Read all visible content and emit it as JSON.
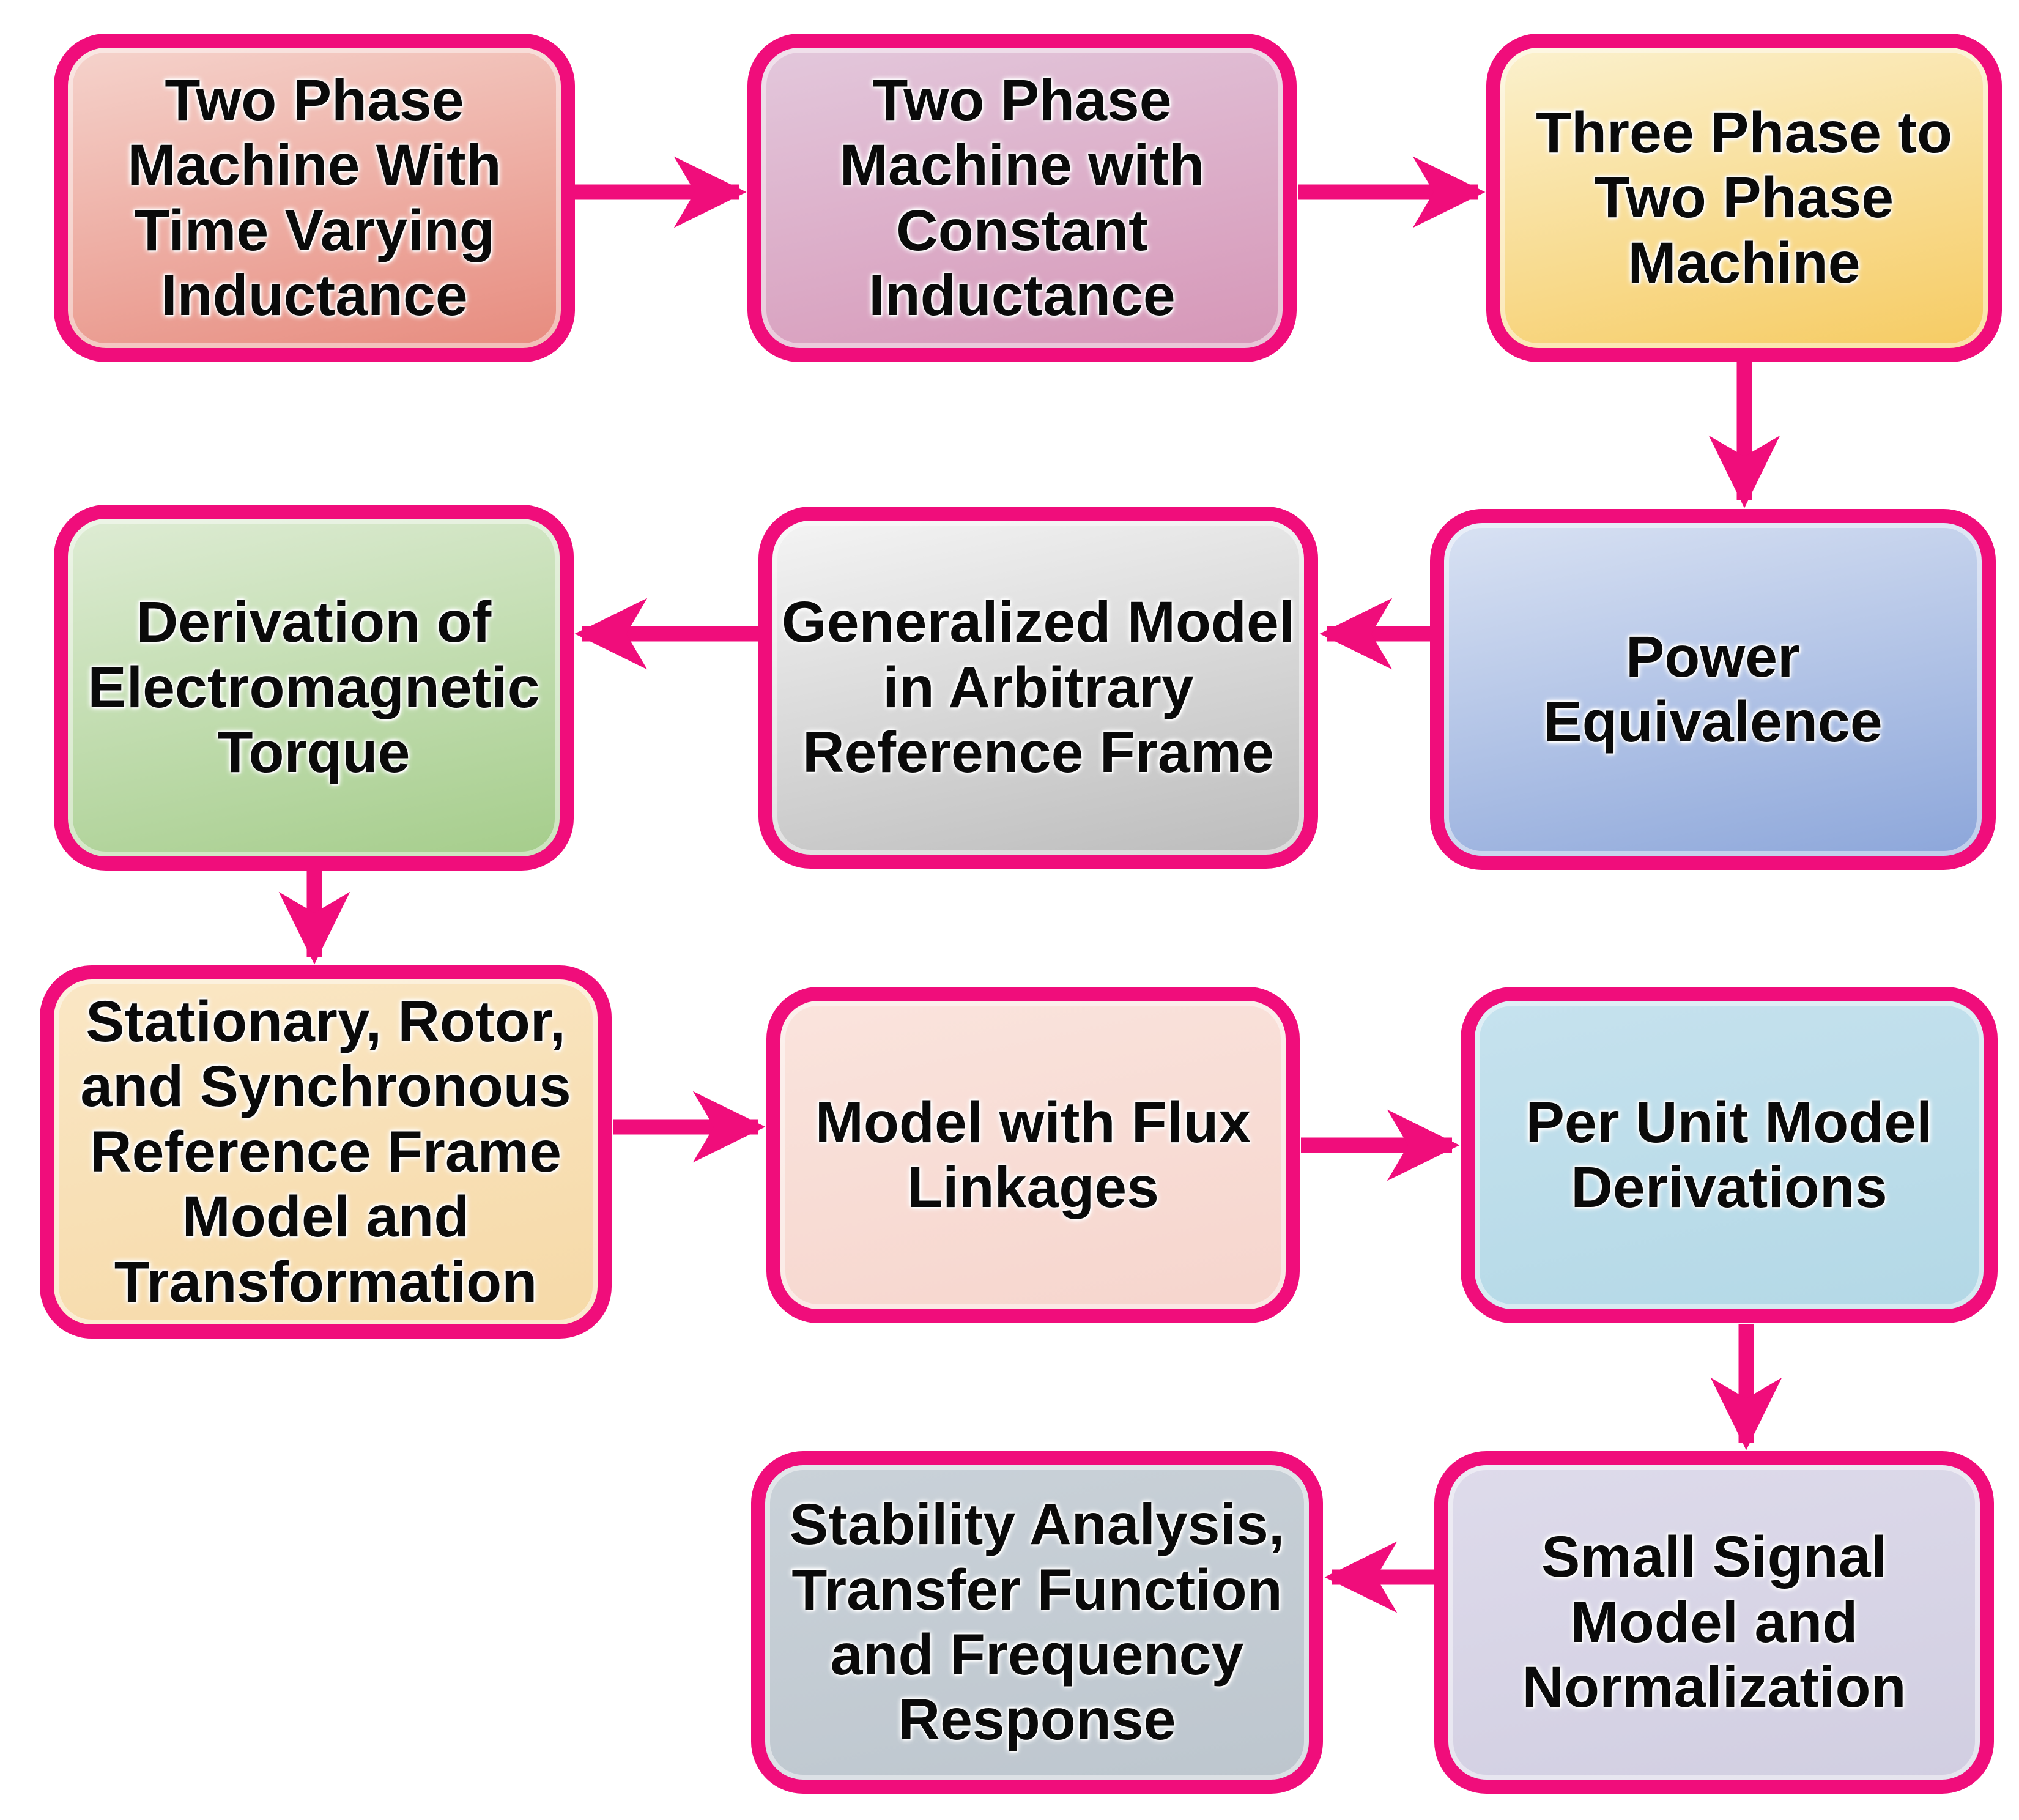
{
  "diagram": {
    "background": "#FFFFFF",
    "accent": "#F00D7B",
    "text_color": "#0A0A0A",
    "nodes": [
      {
        "id": "two-phase-time-varying",
        "label": "Two Phase\nMachine With\nTime Varying\nInductance",
        "fill_top": "#F5D3CC",
        "fill_bottom": "#E78B7E"
      },
      {
        "id": "two-phase-constant",
        "label": "Two Phase\nMachine with\nConstant\nInductance",
        "fill_top": "#E3C8DC",
        "fill_bottom": "#D696B7"
      },
      {
        "id": "three-phase-to-two-phase",
        "label": "Three Phase to\nTwo Phase\nMachine",
        "fill_top": "#FBF1CE",
        "fill_bottom": "#F6CB62"
      },
      {
        "id": "power-equivalence",
        "label": "Power\nEquivalence",
        "fill_top": "#D9E2F3",
        "fill_bottom": "#8CA6DA"
      },
      {
        "id": "generalized-model",
        "label": "Generalized Model\nin Arbitrary\nReference Frame",
        "fill_top": "#F4F4F4",
        "fill_bottom": "#BCBCBC"
      },
      {
        "id": "derivation-torque",
        "label": "Derivation of\nElectromagnetic\nTorque",
        "fill_top": "#DEECD4",
        "fill_bottom": "#A5CD8B"
      },
      {
        "id": "stationary-rotor-sync",
        "label": "Stationary, Rotor,\nand Synchronous\nReference Frame\nModel and\nTransformation",
        "fill_top": "#FAE7C5",
        "fill_bottom": "#F6D9A7"
      },
      {
        "id": "model-flux-linkages",
        "label": "Model with Flux\nLinkages",
        "fill_top": "#FAE4DD",
        "fill_bottom": "#F6D5CD"
      },
      {
        "id": "per-unit-model",
        "label": "Per Unit Model\nDerivations",
        "fill_top": "#C6E2EE",
        "fill_bottom": "#B3D8E6"
      },
      {
        "id": "small-signal-model",
        "label": "Small Signal\nModel and\nNormalization",
        "fill_top": "#DEDBEB",
        "fill_bottom": "#D1CEE1"
      },
      {
        "id": "stability-analysis",
        "label": "Stability Analysis,\nTransfer Function\nand Frequency\nResponse",
        "fill_top": "#CAD2D9",
        "fill_bottom": "#BDC6CE"
      }
    ],
    "edges": [
      {
        "from": "two-phase-time-varying",
        "to": "two-phase-constant"
      },
      {
        "from": "two-phase-constant",
        "to": "three-phase-to-two-phase"
      },
      {
        "from": "three-phase-to-two-phase",
        "to": "power-equivalence"
      },
      {
        "from": "power-equivalence",
        "to": "generalized-model"
      },
      {
        "from": "generalized-model",
        "to": "derivation-torque"
      },
      {
        "from": "derivation-torque",
        "to": "stationary-rotor-sync"
      },
      {
        "from": "stationary-rotor-sync",
        "to": "model-flux-linkages"
      },
      {
        "from": "model-flux-linkages",
        "to": "per-unit-model"
      },
      {
        "from": "per-unit-model",
        "to": "small-signal-model"
      },
      {
        "from": "small-signal-model",
        "to": "stability-analysis"
      }
    ]
  }
}
